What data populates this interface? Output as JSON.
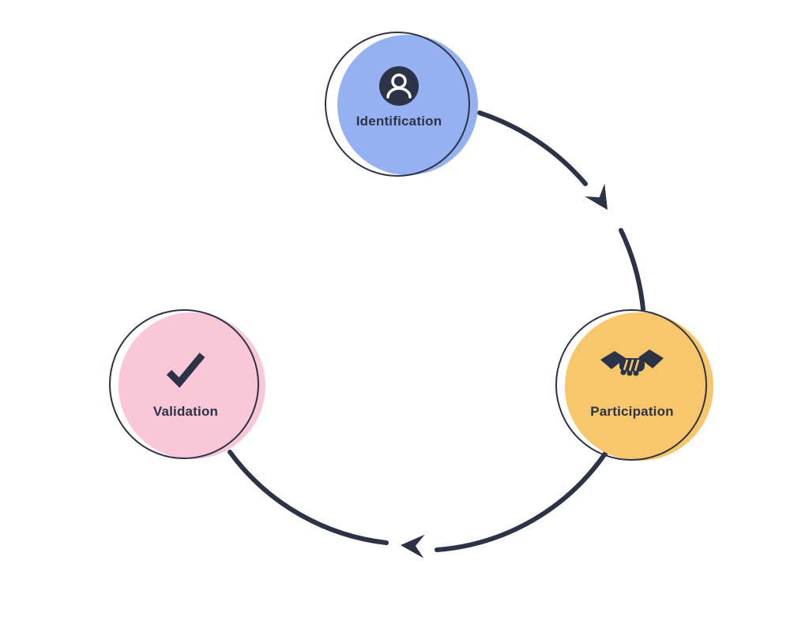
{
  "diagram": {
    "type": "cycle",
    "direction": "clockwise",
    "stroke_color": "#2d3346",
    "background_color": "#ffffff",
    "nodes": [
      {
        "id": "identification",
        "label": "Identification",
        "icon": "user-icon",
        "color": "#96b1f1"
      },
      {
        "id": "participation",
        "label": "Participation",
        "icon": "handshake-icon",
        "color": "#f8c76c"
      },
      {
        "id": "validation",
        "label": "Validation",
        "icon": "checkmark-icon",
        "color": "#f9c7d8"
      }
    ],
    "flow": [
      "Identification",
      "Participation",
      "Validation"
    ]
  }
}
